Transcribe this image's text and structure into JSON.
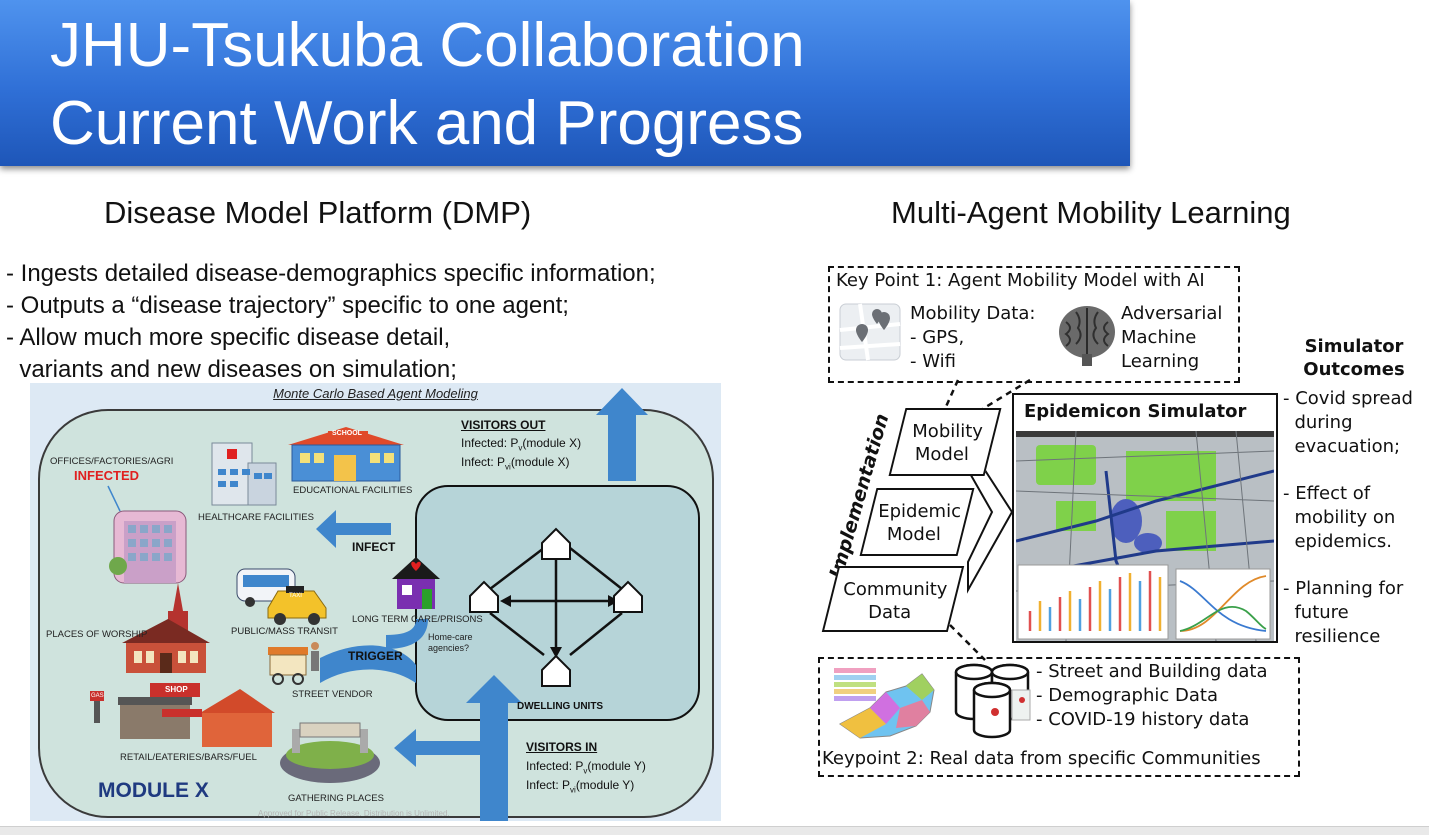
{
  "header": {
    "title_line1": "JHU-Tsukuba Collaboration",
    "title_line2": "Current Work and Progress"
  },
  "left": {
    "heading": "Disease Model Platform (DMP)",
    "bullets": [
      "- Ingests detailed disease-demographics specific information;",
      "- Outputs a “disease trajectory” specific to one agent;",
      "- Allow much more specific disease detail,",
      "  variants and new diseases on simulation;"
    ],
    "diagram": {
      "caption": "Monte Carlo Based Agent Modeling",
      "offices": "OFFICES/FACTORIES/AGRI",
      "infected": "INFECTED",
      "healthcare": "HEALTHCARE FACILITIES",
      "educational": "EDUCATIONAL FACILITIES",
      "school_sign": "SCHOOL",
      "visitors_out": "VISITORS OUT",
      "out_infected": "Infected: P",
      "out_infected_sub": "v",
      "out_infected_rest": "(module X)",
      "out_infect": "Infect: P",
      "out_infect_sub": "vi",
      "out_infect_rest": "(module X)",
      "infect_arrow": "INFECT",
      "trigger_arrow": "TRIGGER",
      "worship": "PLACES OF WORSHIP",
      "transit": "PUBLIC/MASS TRANSIT",
      "taxi_sign": "TAXI",
      "ltc": "LONG TERM CARE/PRISONS",
      "homecare": "Home-care agencies?",
      "vendor": "STREET VENDOR",
      "dwelling": "DWELLING UNITS",
      "retail": "RETAIL/EATERIES/BARS/FUEL",
      "shop_sign": "SHOP",
      "gas_sign": "GAS",
      "gathering": "GATHERING PLACES",
      "module": "MODULE X",
      "visitors_in": "VISITORS IN",
      "in_infected": "Infected: P",
      "in_infected_sub": "v",
      "in_infected_rest": "(module Y)",
      "in_infect": "Infect: P",
      "in_infect_sub": "vi",
      "in_infect_rest": "(module Y)",
      "approved": "Approved for Public Release. Distribution is Unlimited."
    }
  },
  "right": {
    "heading": "Multi-Agent Mobility Learning",
    "keypoint1": "Key Point 1: Agent Mobility Model with AI",
    "mobility_data": [
      "Mobility Data:",
      "- GPS,",
      "- Wifi"
    ],
    "adversarial": [
      "Adversarial",
      "Machine",
      "Learning"
    ],
    "implementation": "Implementation",
    "mobility_model": [
      "Mobility",
      "Model"
    ],
    "epidemic_model": [
      "Epidemic",
      "Model"
    ],
    "community_data": [
      "Community",
      "Data"
    ],
    "simulator_title": "Epidemicon Simulator",
    "outcomes_title": [
      "Simulator",
      "Outcomes"
    ],
    "outcomes": [
      [
        "- Covid spread",
        "  during",
        "  evacuation;"
      ],
      [
        "- Effect of",
        "  mobility on",
        "  epidemics."
      ],
      [
        "- Planning for",
        "  future",
        "  resilience"
      ]
    ],
    "data_items": [
      "- Street and Building data",
      "- Demographic Data",
      "- COVID-19 history data"
    ],
    "keypoint2": "Keypoint 2: Real data from specific Communities"
  },
  "colors": {
    "title_blue": "#2f6fd6",
    "diagram_bg": "#dde9f4",
    "arrow_blue": "#3f86cc",
    "infected_red": "#e02020",
    "module_blue": "#1f3a80"
  }
}
